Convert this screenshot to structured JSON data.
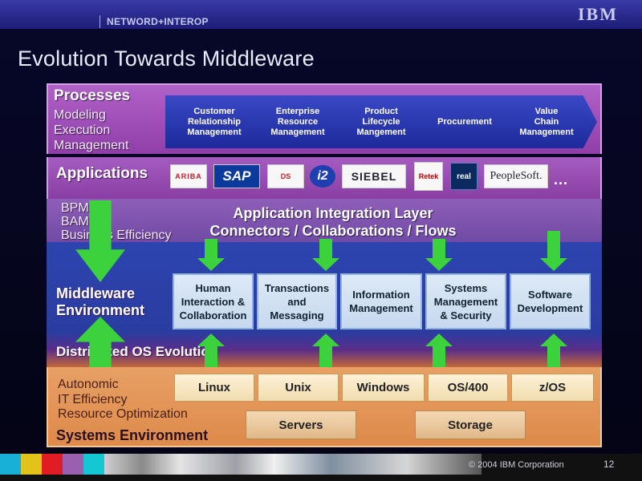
{
  "header": {
    "event": "NETWORD+INTEROP",
    "logo_text": "IBM"
  },
  "slide": {
    "title": "Evolution Towards Middleware"
  },
  "processes": {
    "title": "Processes",
    "sub_lines": [
      "Modeling",
      "Execution",
      "Management"
    ],
    "chevrons": [
      "Customer\nRelationship\nManagement",
      "Enterprise\nResource\nManagement",
      "Product\nLifecycle\nMangement",
      "Procurement",
      "Value\nChain\nManagement"
    ]
  },
  "applications": {
    "title": "Applications",
    "logos": [
      {
        "name": "ariba",
        "text": "ARIBA"
      },
      {
        "name": "sap",
        "text": "SAP"
      },
      {
        "name": "dassault-systemes",
        "text": "DS"
      },
      {
        "name": "i2",
        "text": "i2"
      },
      {
        "name": "siebel",
        "text": "SIEBEL"
      },
      {
        "name": "retek",
        "text": "Retek"
      },
      {
        "name": "real",
        "text": "real"
      },
      {
        "name": "peoplesoft",
        "text": "PeopleSoft."
      }
    ],
    "more": "..."
  },
  "integration": {
    "left_lines": [
      "BPM",
      "BAM",
      "Business Efficiency"
    ],
    "title_line1": "Application Integration Layer",
    "title_line2": "Connectors / Collaborations / Flows"
  },
  "middleware": {
    "title_line1": "Middleware",
    "title_line2": "Environment",
    "boxes": [
      "Human\nInteraction &\nCollaboration",
      "Transactions\nand\nMessaging",
      "Information\nManagement",
      "Systems\nManagement\n& Security",
      "Software\nDevelopment"
    ],
    "bottom_label": "Distributed OS Evolution"
  },
  "systems": {
    "left_lines": [
      "Autonomic",
      "IT Efficiency",
      "Resource Optimization"
    ],
    "title": "Systems Environment",
    "os": [
      "Linux",
      "Unix",
      "Windows",
      "OS/400",
      "z/OS"
    ],
    "hardware": [
      "Servers",
      "Storage"
    ]
  },
  "footer": {
    "copyright": "© 2004  IBM Corporation",
    "page": "12",
    "swatch_colors": [
      "#18b0d6",
      "#e3c21a",
      "#e01d22",
      "#9b5fb0",
      "#14c7d3"
    ]
  },
  "colors": {
    "arrow_green": "#3cd23c",
    "processes_purple": "#a050bf",
    "middleware_blue": "#2d44b0",
    "systems_orange": "#dd8a4a"
  }
}
